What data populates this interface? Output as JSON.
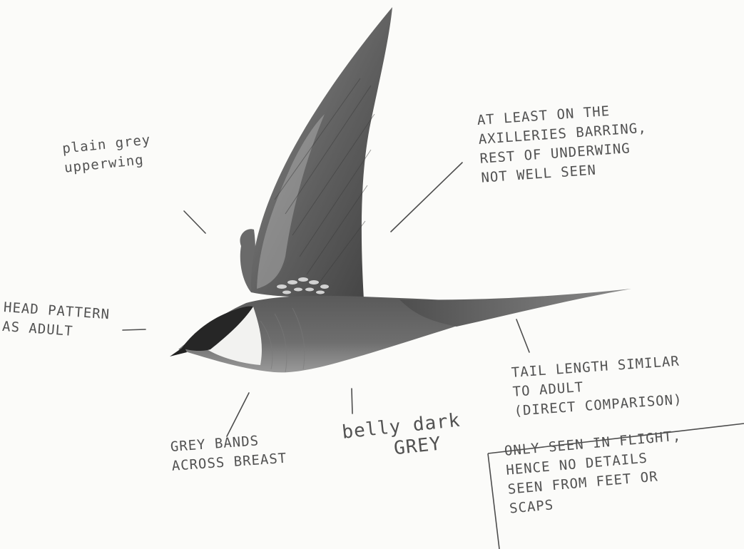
{
  "drawing": {
    "subject": "bird-in-flight pencil sketch",
    "colors": {
      "paper": "#fbfbf9",
      "ink": "#525252",
      "pencil_dark": "#2e2e2e",
      "pencil_mid": "#7d7d7d",
      "pencil_light": "#b5b5b5"
    }
  },
  "annotations": {
    "plain_upperwing": [
      "plain grey",
      "upperwing"
    ],
    "axillaries": [
      "AT LEAST ON THE",
      "AXILLERIES BARRING,",
      "REST OF UNDERWING",
      "NOT WELL SEEN"
    ],
    "head_pattern": [
      "HEAD PATTERN",
      "AS ADULT"
    ],
    "tail_length": [
      "TAIL LENGTH SIMILAR",
      "TO ADULT",
      "(DIRECT COMPARISON)"
    ],
    "grey_bands": [
      "GREY BANDS",
      "ACROSS BREAST"
    ],
    "belly": [
      "belly dark",
      "GREY"
    ],
    "flight_note": [
      "ONLY SEEN IN FLIGHT,",
      "HENCE NO DETAILS",
      "SEEN FROM FEET OR",
      "SCAPS"
    ]
  }
}
